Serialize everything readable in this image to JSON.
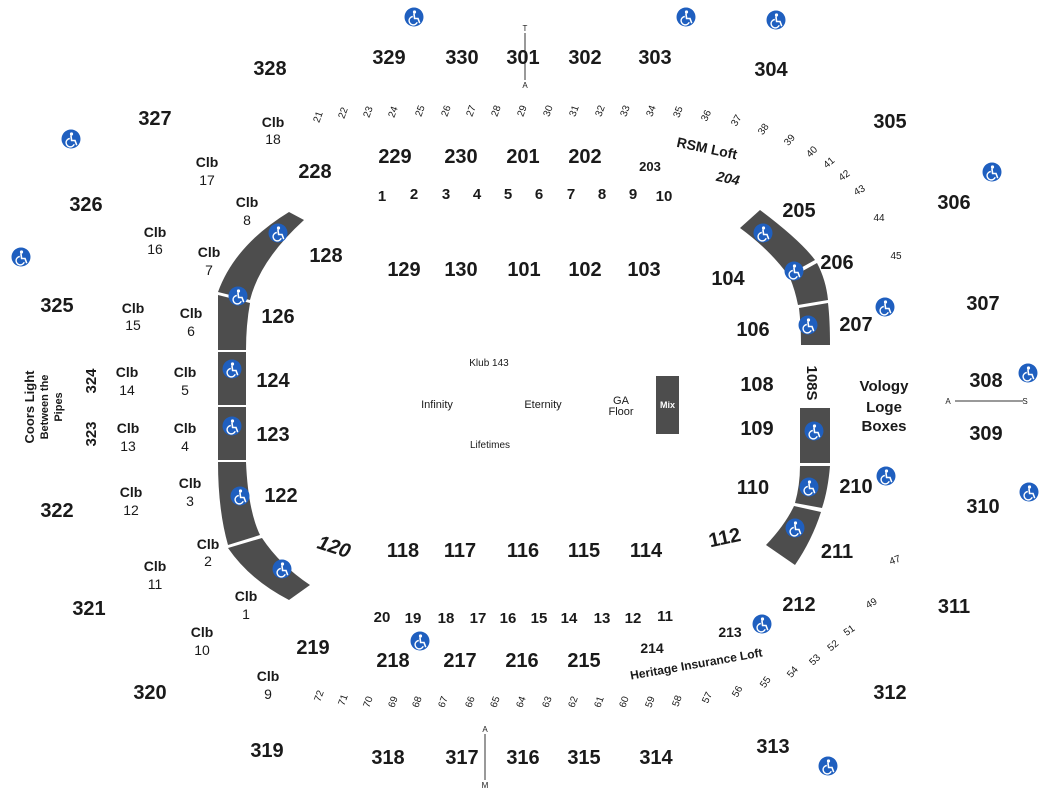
{
  "colors": {
    "accent": "#1f5fbf",
    "section_band": "#4d4d4d",
    "text": "#1a1a1a",
    "background": "#ffffff"
  },
  "icons": [
    "wheelchair-icon"
  ],
  "labels": {
    "rsm_loft": "RSM Loft",
    "heritage_loft": "Heritage Insurance Loft",
    "vology": [
      "Vology",
      "Loge",
      "Boxes"
    ],
    "coors": [
      "Coors Light",
      "Between the",
      "Pipes"
    ],
    "floor": {
      "klub": "Klub 143",
      "infinity": "Infinity",
      "eternity": "Eternity",
      "ga1": "GA",
      "ga2": "Floor",
      "mix": "Mix",
      "lifetimes": "Lifetimes"
    },
    "markers": {
      "t": "T",
      "a_top": "A",
      "a_right": "A",
      "s": "S",
      "a_bottom": "A",
      "m": "M"
    }
  },
  "sections": {
    "upper": [
      "329",
      "330",
      "301",
      "302",
      "303",
      "304",
      "305",
      "306",
      "307",
      "308",
      "309",
      "310",
      "311",
      "312",
      "313",
      "314",
      "315",
      "316",
      "317",
      "318",
      "319",
      "320",
      "321",
      "322",
      "325",
      "326",
      "327",
      "328"
    ],
    "upper_vertical": [
      "324",
      "323"
    ],
    "club": [
      "229",
      "230",
      "201",
      "202",
      "203",
      "204",
      "205",
      "206",
      "207",
      "210",
      "211",
      "212",
      "213",
      "214",
      "215",
      "216",
      "217",
      "218",
      "219",
      "228"
    ],
    "lower": [
      "129",
      "130",
      "101",
      "102",
      "103",
      "104",
      "106",
      "108",
      "109",
      "110",
      "112",
      "114",
      "115",
      "116",
      "117",
      "118",
      "120",
      "122",
      "123",
      "124",
      "126",
      "128"
    ],
    "lower_vertical": "108S",
    "clb": [
      {
        "line1": "Clb",
        "line2": "18"
      },
      {
        "line1": "Clb",
        "line2": "17"
      },
      {
        "line1": "Clb",
        "line2": "8"
      },
      {
        "line1": "Clb",
        "line2": "16"
      },
      {
        "line1": "Clb",
        "line2": "7"
      },
      {
        "line1": "Clb",
        "line2": "15"
      },
      {
        "line1": "Clb",
        "line2": "6"
      },
      {
        "line1": "Clb",
        "line2": "14"
      },
      {
        "line1": "Clb",
        "line2": "5"
      },
      {
        "line1": "Clb",
        "line2": "13"
      },
      {
        "line1": "Clb",
        "line2": "4"
      },
      {
        "line1": "Clb",
        "line2": "12"
      },
      {
        "line1": "Clb",
        "line2": "3"
      },
      {
        "line1": "Clb",
        "line2": "2"
      },
      {
        "line1": "Clb",
        "line2": "11"
      },
      {
        "line1": "Clb",
        "line2": "1"
      },
      {
        "line1": "Clb",
        "line2": "10"
      },
      {
        "line1": "Clb",
        "line2": "9"
      }
    ],
    "suites_top": [
      "21",
      "22",
      "23",
      "24",
      "25",
      "26",
      "27",
      "28",
      "29",
      "30",
      "31",
      "32",
      "33",
      "34",
      "35",
      "36",
      "37",
      "38",
      "39",
      "40",
      "41",
      "42",
      "43",
      "44",
      "45"
    ],
    "suites_bottom": [
      "72",
      "71",
      "70",
      "69",
      "68",
      "67",
      "66",
      "65",
      "64",
      "63",
      "62",
      "61",
      "60",
      "59",
      "58",
      "57",
      "56",
      "55",
      "54",
      "53",
      "52",
      "51",
      "49",
      "47"
    ],
    "floor_boxes_top": [
      "1",
      "2",
      "3",
      "4",
      "5",
      "6",
      "7",
      "8",
      "9",
      "10"
    ],
    "floor_boxes_bottom": [
      "20",
      "19",
      "18",
      "17",
      "16",
      "15",
      "14",
      "13",
      "12",
      "11"
    ]
  }
}
